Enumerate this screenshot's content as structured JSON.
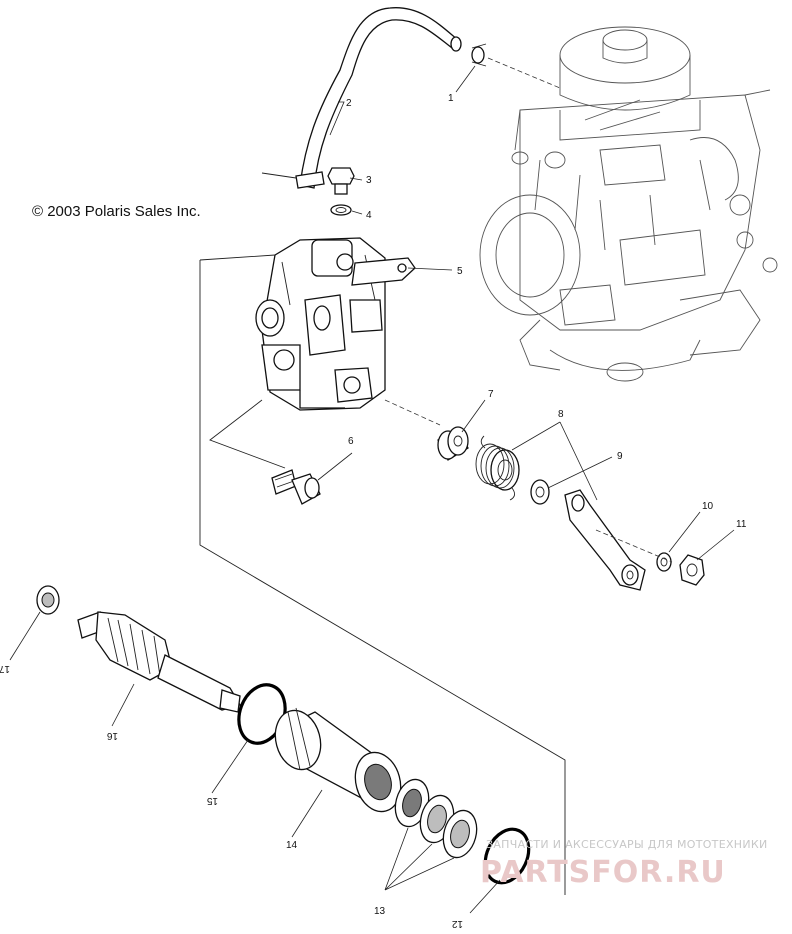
{
  "copyright": "© 2003 Polaris Sales Inc.",
  "watermark": {
    "tagline": "ЗАПЧАСТИ И АКСЕССУАРЫ ДЛЯ МОТОТЕХНИКИ",
    "brand": "PARTSFOR.RU"
  },
  "callouts": [
    "1",
    "2",
    "3",
    "4",
    "5",
    "6",
    "7",
    "8",
    "9",
    "10",
    "11",
    "12",
    "13",
    "14",
    "15",
    "16",
    "17"
  ]
}
